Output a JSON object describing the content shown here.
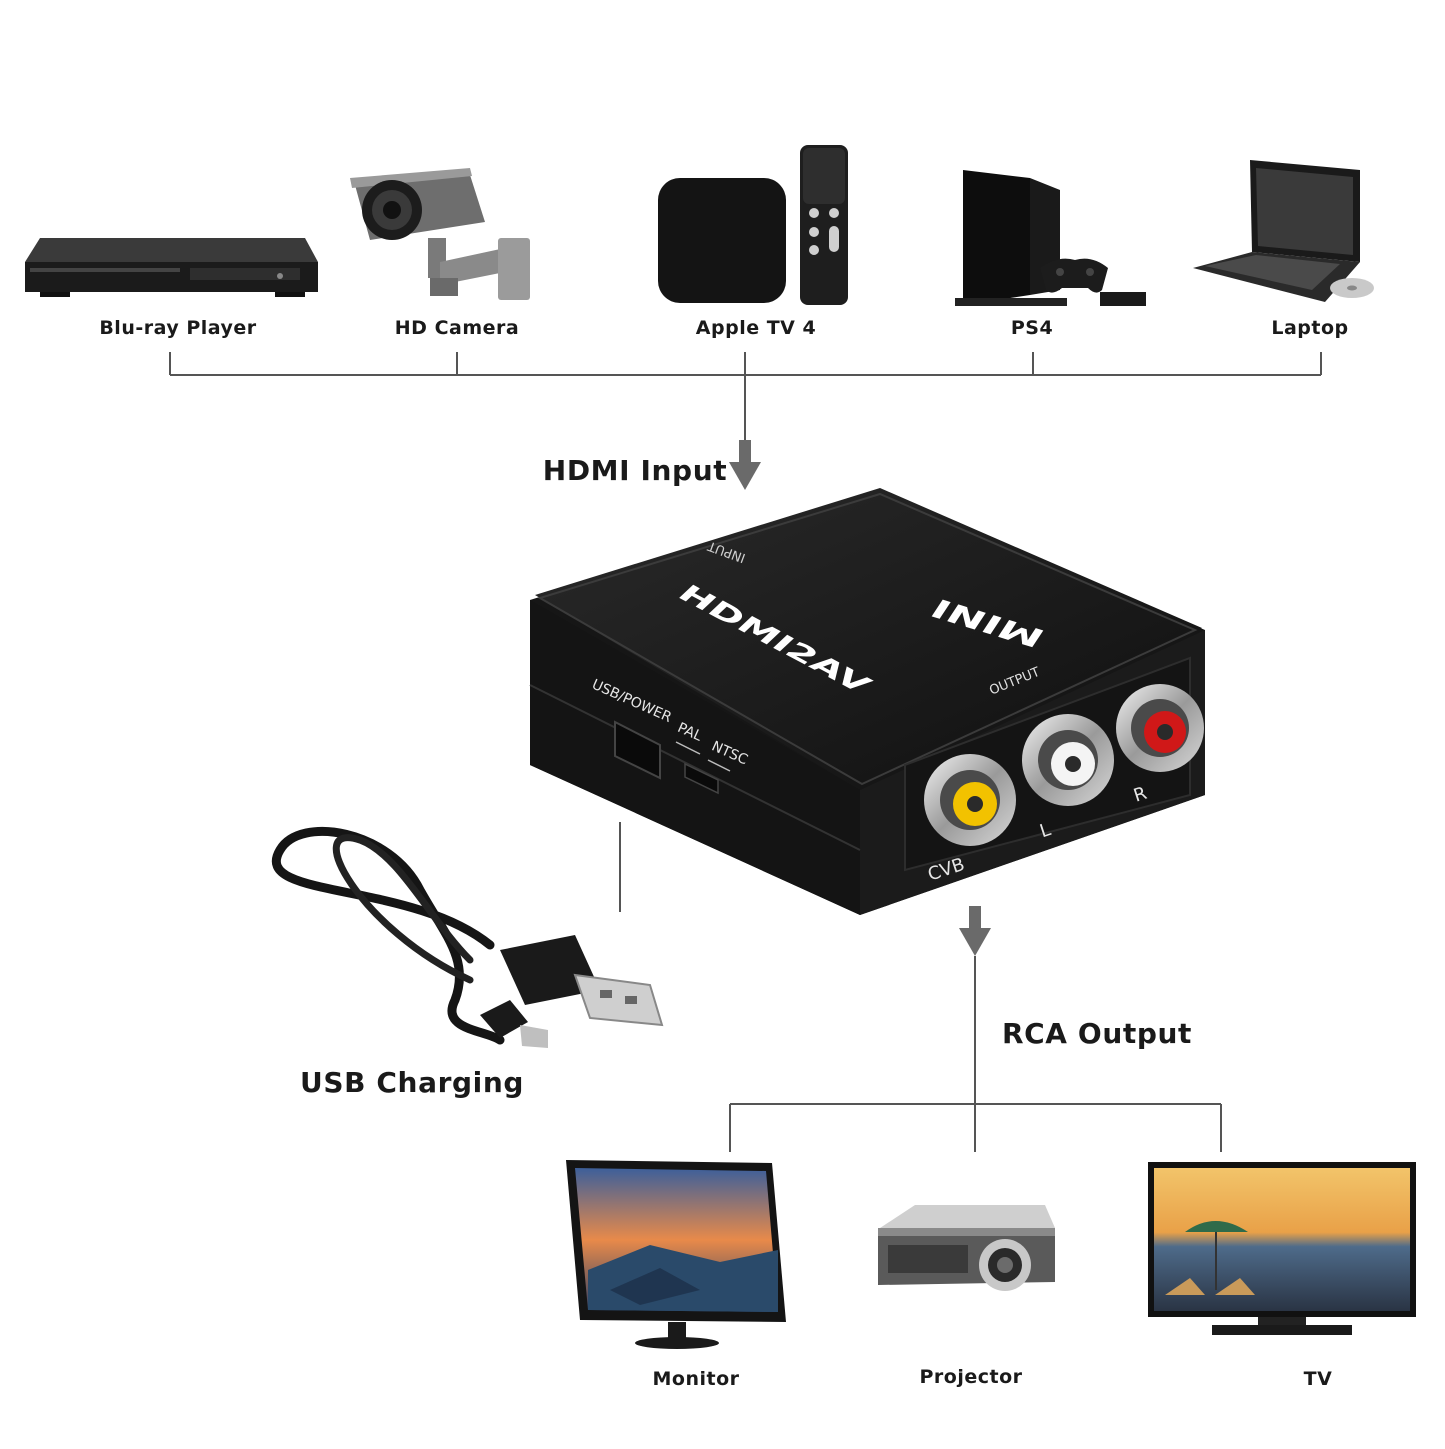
{
  "inputs": [
    {
      "label": "Blu-ray Player",
      "icon": "bluray-player-icon"
    },
    {
      "label": "HD Camera",
      "icon": "cctv-camera-icon"
    },
    {
      "label": "Apple TV 4",
      "icon": "apple-tv-icon"
    },
    {
      "label": "PS4",
      "icon": "ps4-console-icon"
    },
    {
      "label": "Laptop",
      "icon": "laptop-icon"
    }
  ],
  "hdmi_input_label": "HDMI Input",
  "rca_output_label": "RCA Output",
  "usb_charging_label": "USB Charging",
  "device": {
    "brand_mini": "MINI",
    "model": "HDMI2AV",
    "input_port": "INPUT",
    "output_port": "OUTPUT",
    "usb_port": "USB/POWER",
    "switch_pal": "PAL",
    "switch_ntsc": "NTSC",
    "jack_cvbs": "CVB",
    "jack_left": "L",
    "jack_right": "R"
  },
  "outputs": [
    {
      "label": "Monitor",
      "icon": "monitor-icon"
    },
    {
      "label": "Projector",
      "icon": "projector-icon"
    },
    {
      "label": "TV",
      "icon": "tv-icon"
    }
  ],
  "colors": {
    "line": "#555555",
    "device_body": "#1e1e1e",
    "jack_yellow": "#f2c200",
    "jack_white": "#f4f4f4",
    "jack_red": "#d01818"
  }
}
